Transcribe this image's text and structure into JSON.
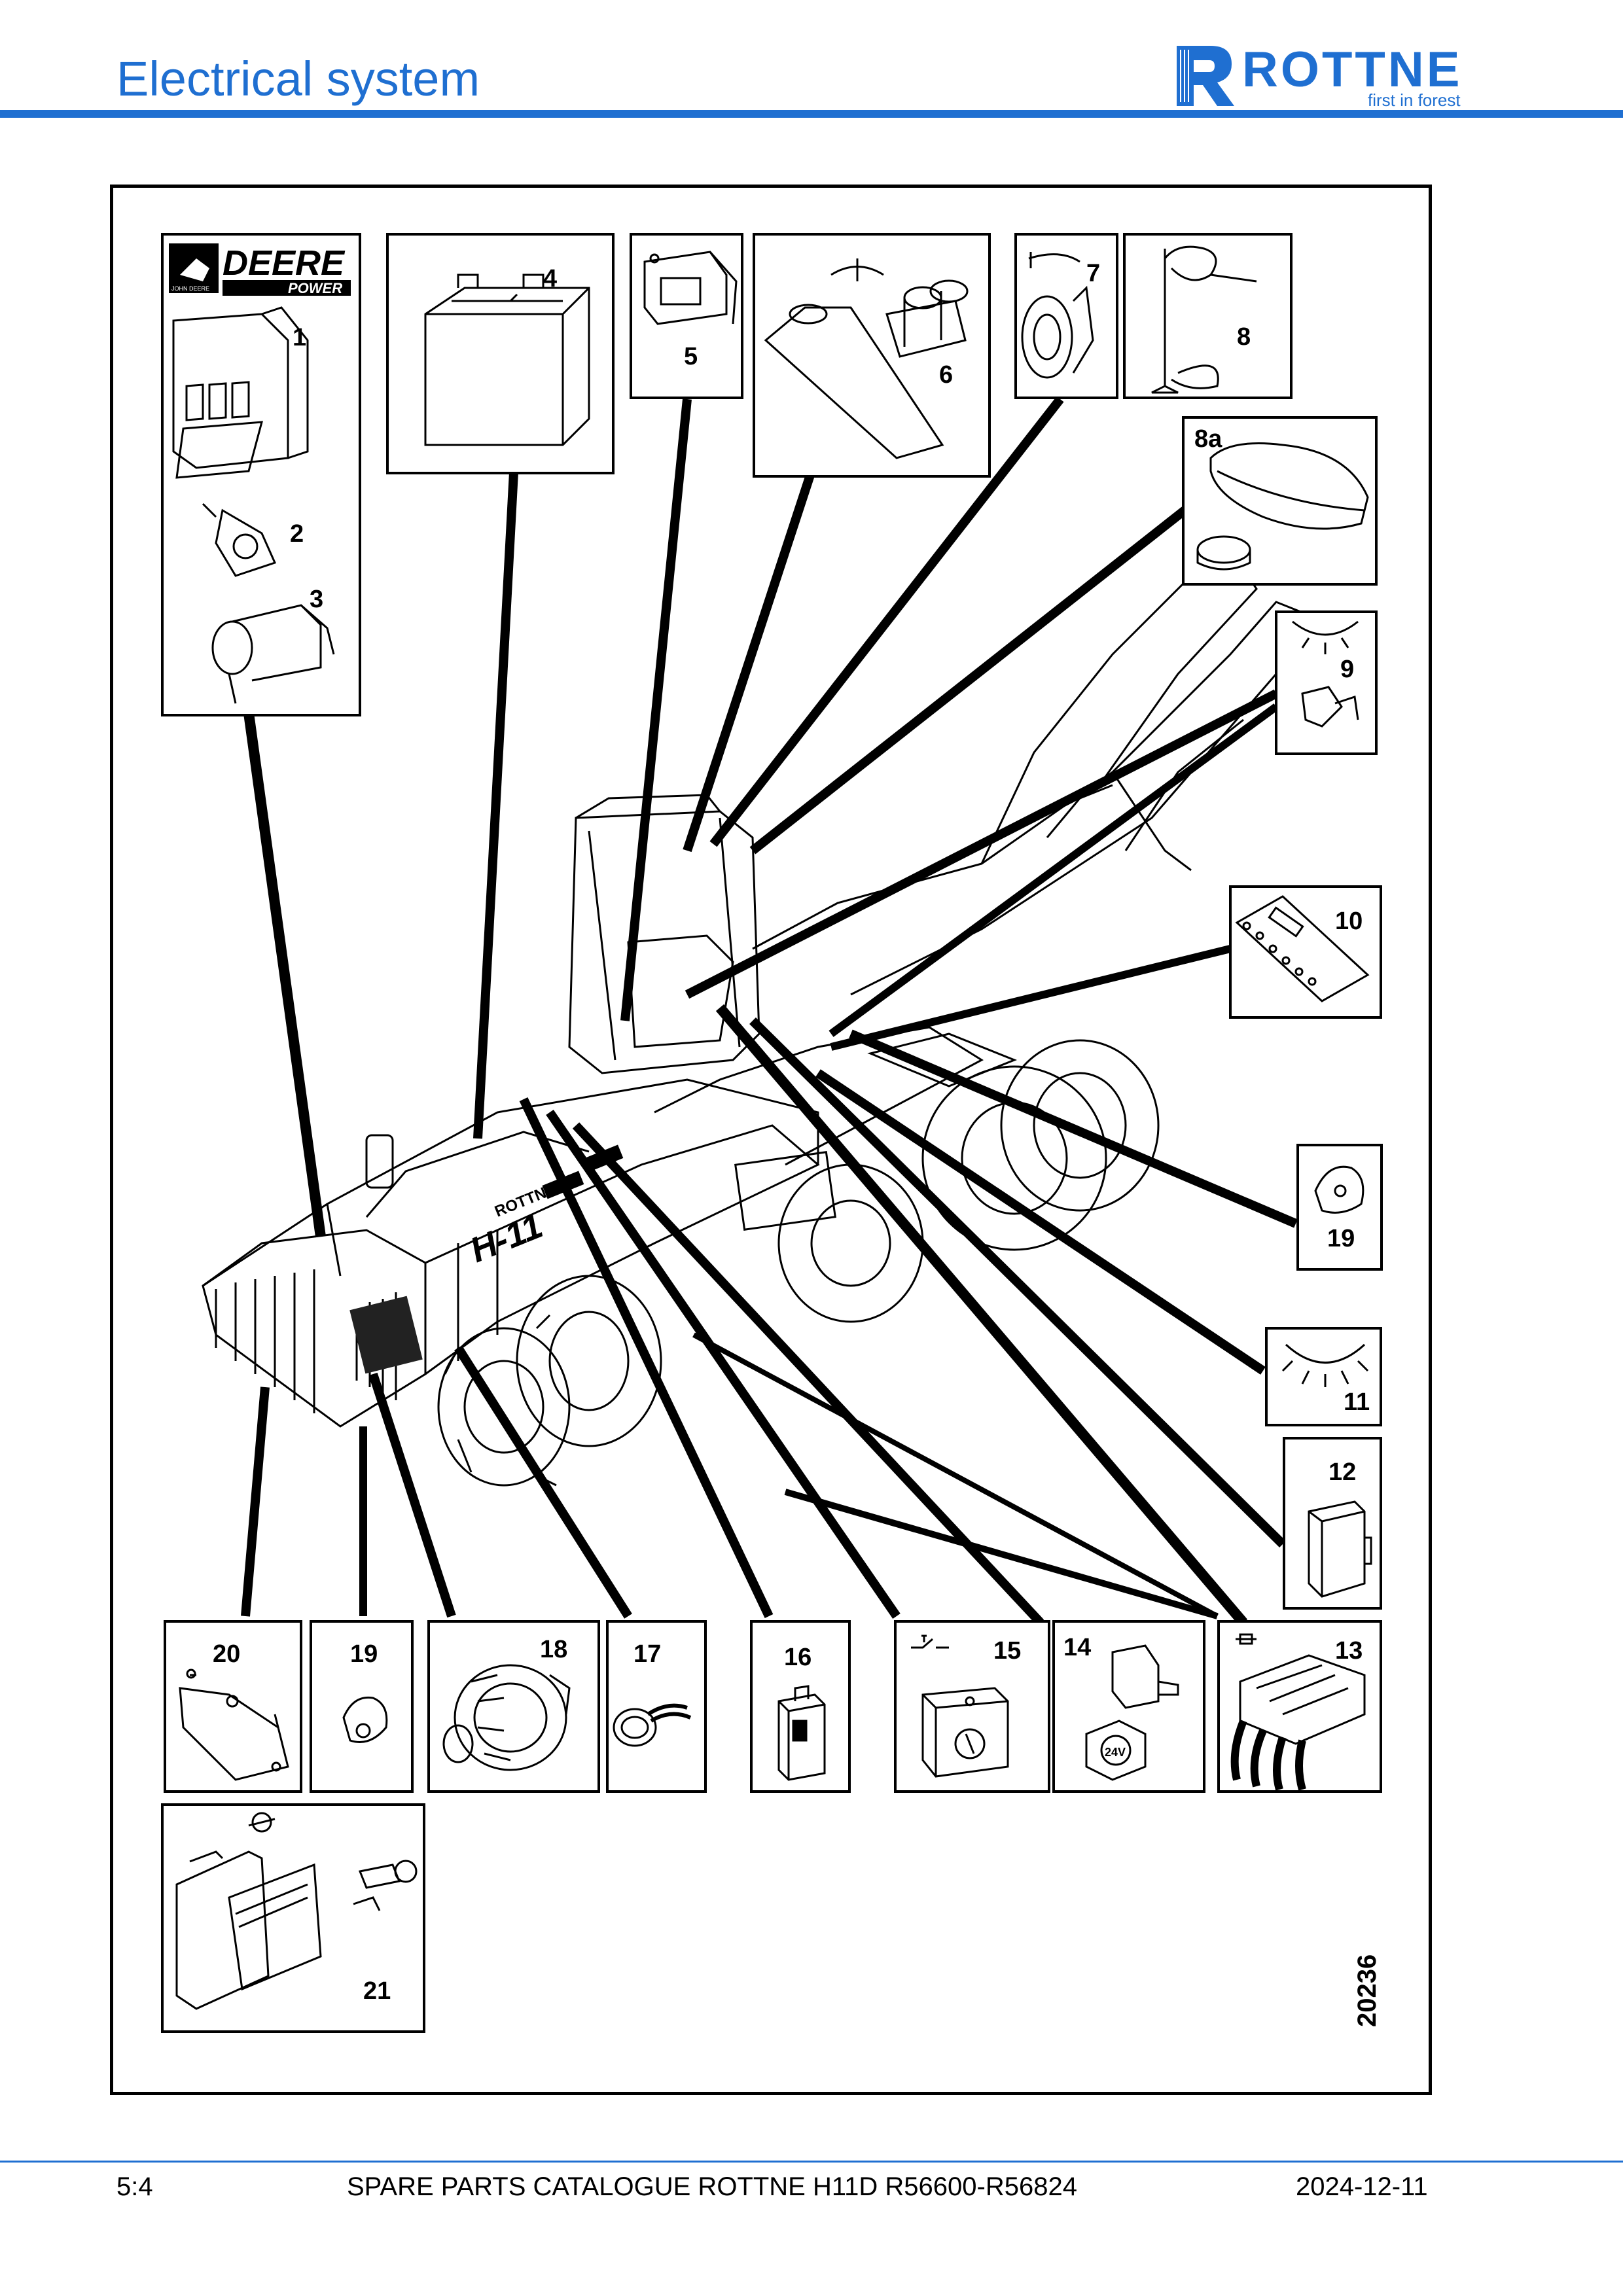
{
  "header": {
    "title": "Electrical system",
    "brand": "ROTTNE",
    "tagline": "first in forest"
  },
  "figure": {
    "drawing_number": "20236",
    "deere_logo_text": "DEERE",
    "deere_logo_sub": "POWER",
    "deere_small_text": "JOHN DEERE",
    "machine_model": "H-11",
    "machine_brand": "ROTTNE",
    "callouts": {
      "c1": "1",
      "c2": "2",
      "c3": "3",
      "c4": "4",
      "c5": "5",
      "c6": "6",
      "c7": "7",
      "c8": "8",
      "c8a": "8a",
      "c9": "9",
      "c10": "10",
      "c11": "11",
      "c12": "12",
      "c13": "13",
      "c14": "14",
      "c15": "15",
      "c16": "16",
      "c17": "17",
      "c18": "18",
      "c19a": "19",
      "c19b": "19",
      "c20": "20",
      "c21": "21"
    },
    "relay_label": "24V"
  },
  "footer": {
    "page": "5:4",
    "catalogue": "SPARE PARTS CATALOGUE ROTTNE H11D R56600-R56824",
    "date": "2024-12-11"
  },
  "colors": {
    "accent": "#1f6fd1"
  }
}
